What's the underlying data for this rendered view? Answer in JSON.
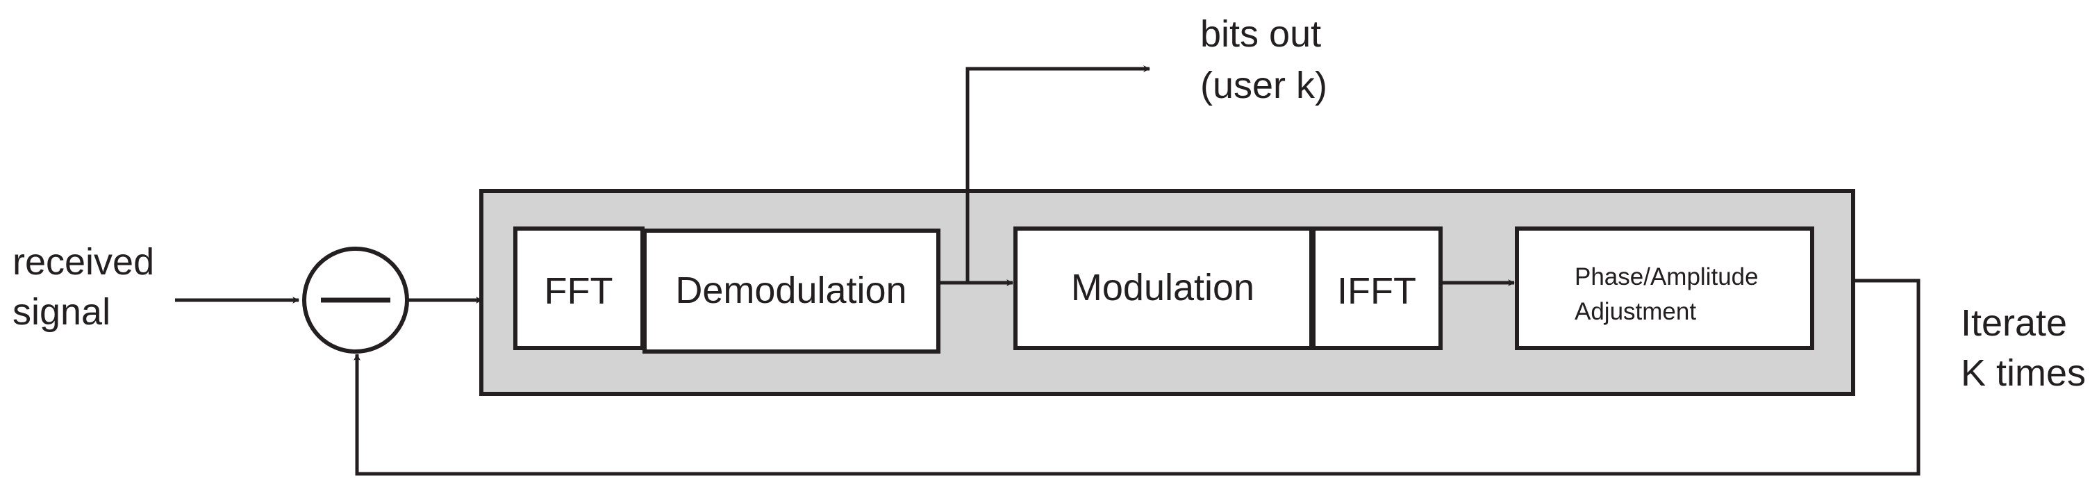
{
  "input": {
    "line1": "received",
    "line2": "signal"
  },
  "output": {
    "line1": "bits out",
    "line2": "(user k)"
  },
  "iterate": {
    "line1": "Iterate",
    "line2": "K times"
  },
  "blocks": {
    "fft": "FFT",
    "demodulation": "Demodulation",
    "modulation": "Modulation",
    "ifft": "IFFT",
    "adjust_line1": "Phase/Amplitude",
    "adjust_line2": "Adjustment"
  },
  "colors": {
    "panel": "#d3d3d3",
    "ink": "#231f20",
    "background": "#ffffff"
  }
}
